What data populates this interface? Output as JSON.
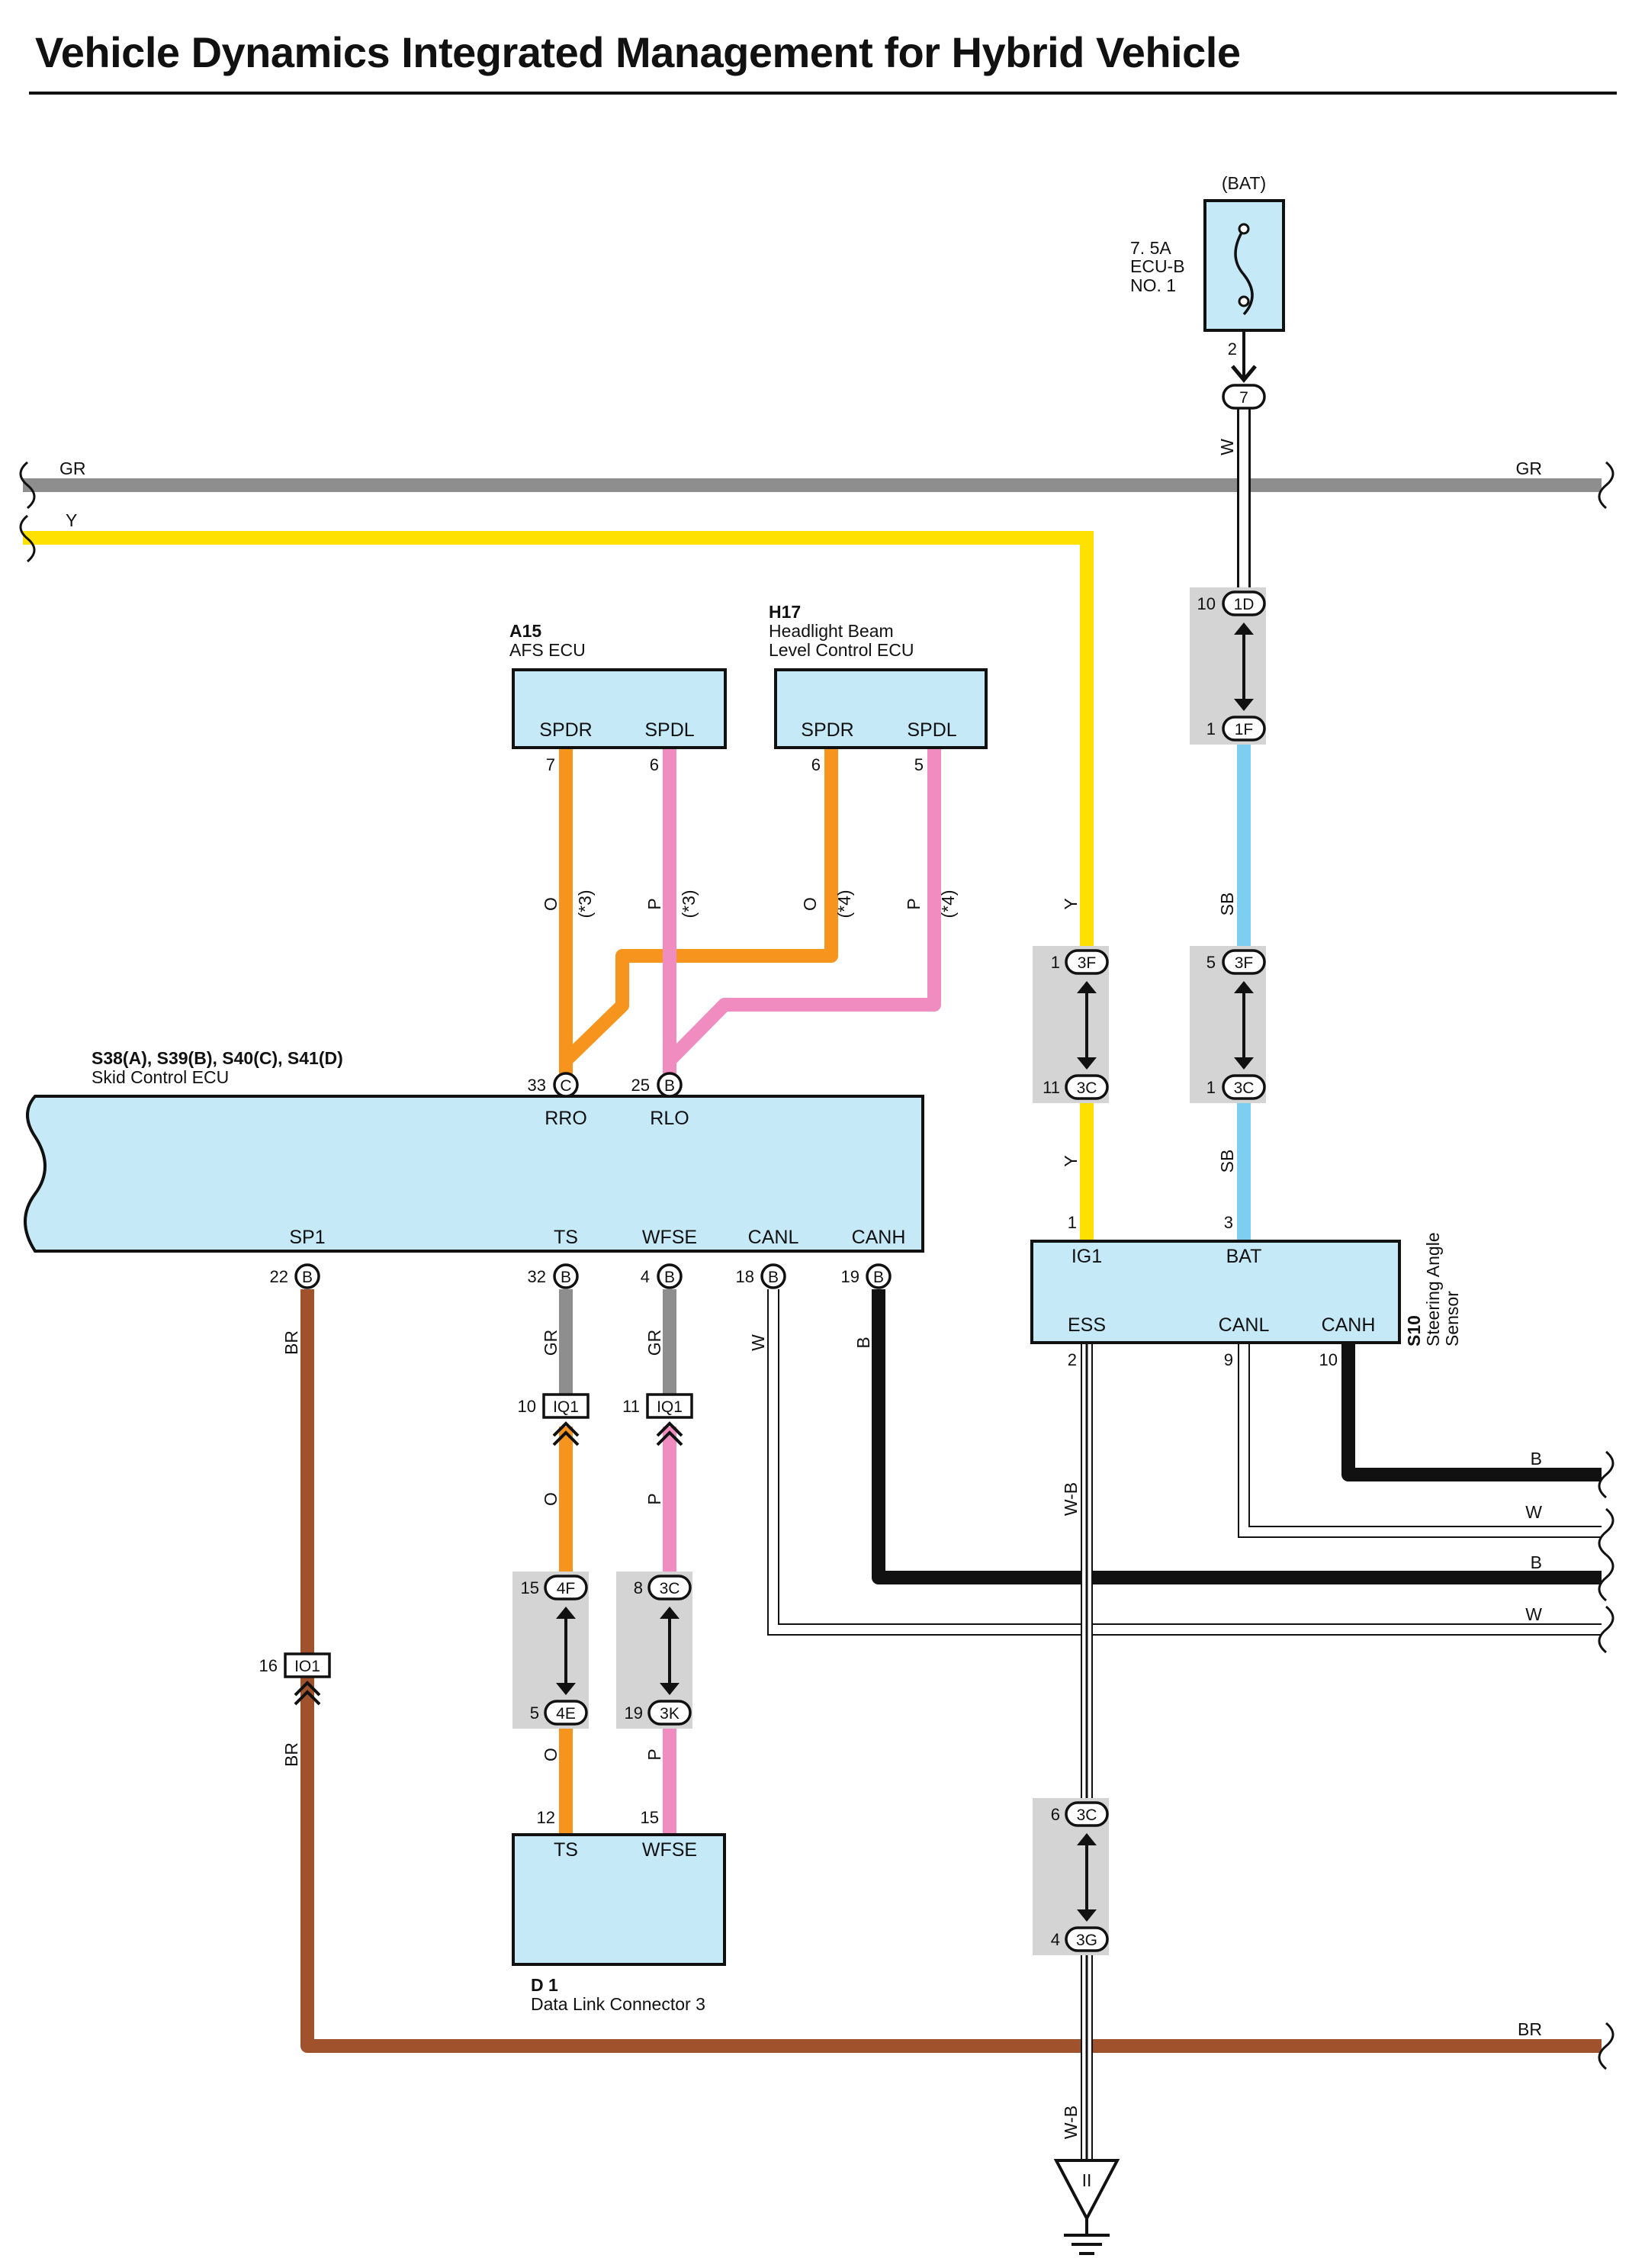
{
  "title": "Vehicle Dynamics Integrated Management for Hybrid Vehicle",
  "fuse": {
    "source": "(BAT)",
    "rating": "7. 5A",
    "name": "ECU-B",
    "number": "NO. 1",
    "pin": "2",
    "junction": "7"
  },
  "ecus": {
    "afs": {
      "code": "A15",
      "name": "AFS ECU",
      "pin_spdr_label": "SPDR",
      "pin_spdl_label": "SPDL",
      "pin_spdr_no": "7",
      "pin_spdl_no": "6"
    },
    "headlight": {
      "code": "H17",
      "name_line1": "Headlight Beam",
      "name_line2": "Level Control ECU",
      "pin_spdr_label": "SPDR",
      "pin_spdl_label": "SPDL",
      "pin_spdr_no": "6",
      "pin_spdl_no": "5"
    },
    "skid": {
      "code": "S38(A), S39(B), S40(C), S41(D)",
      "name": "Skid Control ECU",
      "pins": {
        "rro": {
          "no": "33",
          "conn": "C",
          "name": "RRO"
        },
        "rlo": {
          "no": "25",
          "conn": "B",
          "name": "RLO"
        },
        "sp1": {
          "no": "22",
          "conn": "B",
          "name": "SP1"
        },
        "ts": {
          "no": "32",
          "conn": "B",
          "name": "TS"
        },
        "wfse": {
          "no": "4",
          "conn": "B",
          "name": "WFSE"
        },
        "canl": {
          "no": "18",
          "conn": "B",
          "name": "CANL"
        },
        "canh": {
          "no": "19",
          "conn": "B",
          "name": "CANH"
        }
      }
    },
    "steering": {
      "code": "S10",
      "name_line1": "Steering Angle",
      "name_line2": "Sensor",
      "pins": {
        "ig1": {
          "no": "1",
          "name": "IG1"
        },
        "bat": {
          "no": "3",
          "name": "BAT"
        },
        "ess": {
          "no": "2",
          "name": "ESS"
        },
        "canl": {
          "no": "9",
          "name": "CANL"
        },
        "canh": {
          "no": "10",
          "name": "CANH"
        }
      }
    },
    "dlc": {
      "code": "D 1",
      "name": "Data Link Connector 3",
      "pin_ts_no": "12",
      "pin_wfse_no": "15",
      "pin_ts_label": "TS",
      "pin_wfse_label": "WFSE"
    }
  },
  "wire_colors": {
    "gr": "GR",
    "y": "Y",
    "w": "W",
    "sb": "SB",
    "o": "O",
    "p": "P",
    "br": "BR",
    "b": "B",
    "wb": "W-B",
    "note3": "(*3)",
    "note4": "(*4)"
  },
  "junctions": {
    "j1d": {
      "no": "10",
      "code": "1D"
    },
    "j1f": {
      "no": "1",
      "code": "1F"
    },
    "j3f_y": {
      "no": "1",
      "code": "3F"
    },
    "j3c_y": {
      "no": "11",
      "code": "3C"
    },
    "j3f_sb": {
      "no": "5",
      "code": "3F"
    },
    "j3c_sb": {
      "no": "1",
      "code": "3C"
    },
    "j4f": {
      "no": "15",
      "code": "4F"
    },
    "j4e": {
      "no": "5",
      "code": "4E"
    },
    "j3c_p": {
      "no": "8",
      "code": "3C"
    },
    "j3k": {
      "no": "19",
      "code": "3K"
    },
    "j3c_g": {
      "no": "6",
      "code": "3C"
    },
    "j3g": {
      "no": "4",
      "code": "3G"
    }
  },
  "connectors": {
    "iq1_ts": {
      "no": "10",
      "code": "IQ1"
    },
    "iq1_wfse": {
      "no": "11",
      "code": "IQ1"
    },
    "io1": {
      "no": "16",
      "code": "IO1"
    }
  },
  "ground": {
    "symbol": "II"
  },
  "colors": {
    "gr": "#8e8e8e",
    "y": "#ffe100",
    "w": "#ffffff",
    "sb": "#7ccff0",
    "o": "#f7941d",
    "p": "#f08cc0",
    "br": "#a0522d",
    "b": "#111111",
    "box": "#c6e9f8",
    "junction_bg": "#d4d4d4"
  }
}
